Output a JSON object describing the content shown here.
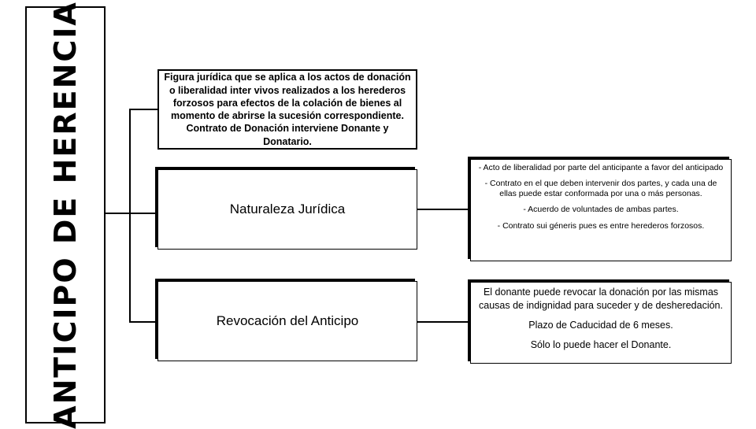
{
  "title": "ANTICIPO DE HERENCIA",
  "definition": "Figura jurídica que se aplica a los actos de donación o liberalidad inter vivos realizados a los herederos forzosos para efectos de la colación de bienes al momento de abrirse la sucesión correspondiente. Contrato de Donación interviene Donante y Donatario.",
  "naturaleza": {
    "label": "Naturaleza Jurídica",
    "details": [
      "- Acto de liberalidad por parte del anticipante a favor del anticipado",
      "- Contrato en el que deben intervenir dos partes, y cada una de ellas puede estar conformada por una o más personas.",
      "- Acuerdo de voluntades de ambas partes.",
      "- Contrato sui géneris pues es entre herederos forzosos."
    ]
  },
  "revocacion": {
    "label": "Revocación del Anticipo",
    "details": [
      "El donante puede revocar la donación por las mismas causas de indignidad para suceder y de desheredación.",
      "Plazo de Caducidad de 6 meses.",
      "Sólo lo puede hacer el Donante."
    ]
  }
}
